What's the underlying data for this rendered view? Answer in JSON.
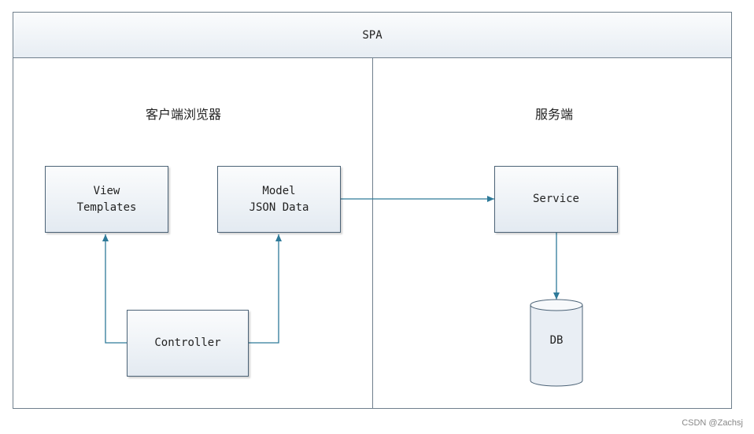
{
  "diagram": {
    "title": "SPA",
    "client_region": {
      "label": "客户端浏览器"
    },
    "server_region": {
      "label": "服务端"
    },
    "nodes": {
      "view": {
        "line1": "View",
        "line2": "Templates"
      },
      "model": {
        "line1": "Model",
        "line2": "JSON Data"
      },
      "controller": {
        "label": "Controller"
      },
      "service": {
        "label": "Service"
      },
      "db": {
        "label": "DB"
      }
    },
    "edges": [
      {
        "from": "Controller",
        "to": "View Templates"
      },
      {
        "from": "Controller",
        "to": "Model JSON Data"
      },
      {
        "from": "Model JSON Data",
        "to": "Service"
      },
      {
        "from": "Service",
        "to": "DB"
      }
    ]
  },
  "watermark": "CSDN @Zachsj",
  "colors": {
    "stroke": "#4b6276",
    "arrow": "#2e7a99"
  }
}
